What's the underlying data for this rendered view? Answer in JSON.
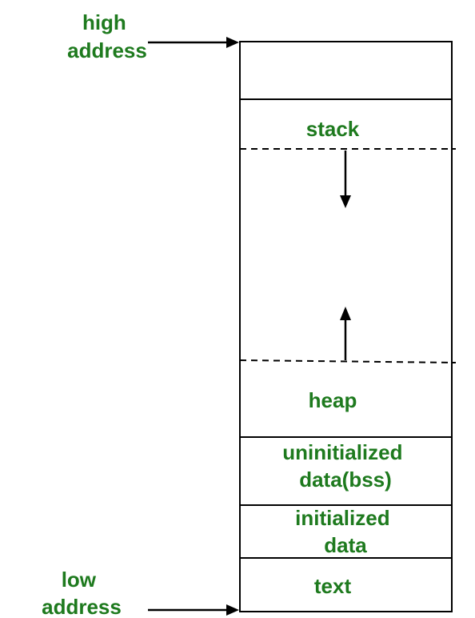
{
  "diagram": {
    "high_address": [
      "high",
      "address"
    ],
    "low_address": [
      "low",
      "address"
    ],
    "segments": {
      "stack": [
        "stack"
      ],
      "heap": [
        "heap"
      ],
      "bss": [
        "uninitialized",
        "data(bss)"
      ],
      "data": [
        "initialized",
        "data"
      ],
      "text": [
        "text"
      ]
    }
  },
  "colors": {
    "label": "#1e7a1e",
    "line": "#000000",
    "background": "#ffffff"
  }
}
